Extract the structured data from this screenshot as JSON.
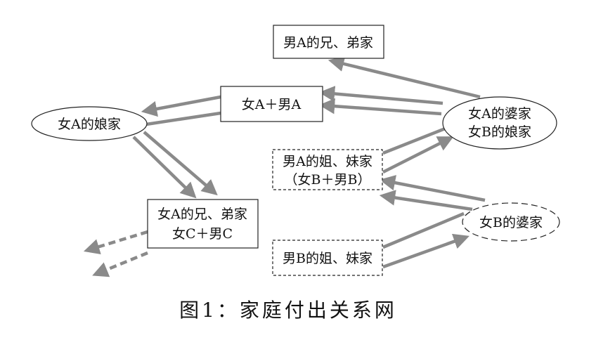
{
  "nodes": {
    "male_a_brothers": "男A的兄、弟家",
    "female_a_male_a": "女A＋男A",
    "female_a_parents": "女A的娘家",
    "female_a_in_laws_line1": "女A的婆家",
    "female_a_in_laws_line2": "女B的娘家",
    "male_a_sisters_line1": "男A的姐、妹家",
    "male_a_sisters_line2": "（女B＋男B）",
    "female_b_in_laws": "女B的婆家",
    "female_a_brothers_line1": "女A的兄、弟家",
    "female_a_brothers_line2": "女C＋男C",
    "male_b_sisters": "男B的姐、妹家"
  },
  "caption": "图1：家庭付出关系网",
  "colors": {
    "arrow": "#8a8a8a",
    "border": "#222222",
    "background": "#ffffff"
  }
}
